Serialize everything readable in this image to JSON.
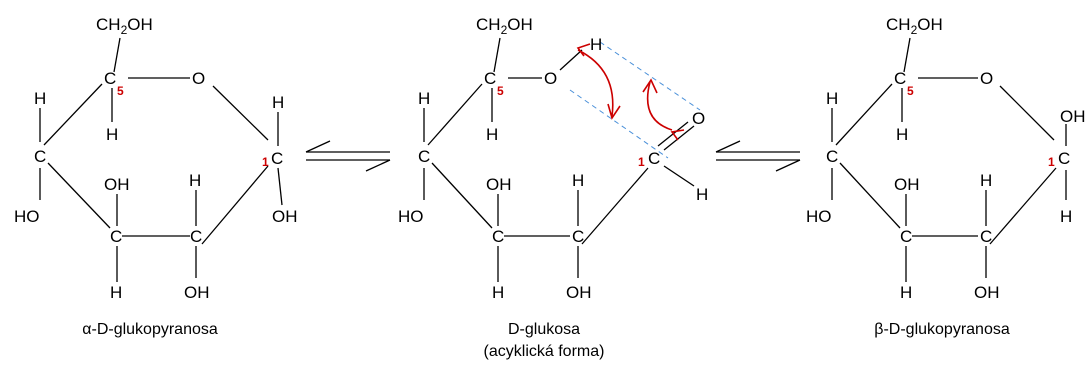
{
  "structures": {
    "alpha": {
      "caption": "α-D-glukopyranosa",
      "atoms": {
        "ch2oh": "CH2OH",
        "c5": "C",
        "o_ring": "O",
        "h_top_left": "H",
        "h_c5": "H",
        "c4": "C",
        "ho_c4": "HO",
        "oh_c3": "OH",
        "c3": "C",
        "h_c3": "H",
        "h_c2": "H",
        "c2": "C",
        "oh_c2": "OH",
        "h_c1": "H",
        "c1": "C",
        "oh_c1": "OH"
      },
      "labels": {
        "num5": "5",
        "num1": "1"
      }
    },
    "open": {
      "caption_line1": "D-glukosa",
      "caption_line2": "(acyklická forma)",
      "atoms": {
        "ch2oh": "CH2OH",
        "c5": "C",
        "o5": "O",
        "h_ho": "H",
        "h_top_left": "H",
        "h_c5": "H",
        "c4": "C",
        "ho_c4": "HO",
        "oh_c3": "OH",
        "c3": "C",
        "h_c3": "H",
        "h_c2": "H",
        "c2": "C",
        "oh_c2": "OH",
        "c1": "C",
        "o1": "O",
        "h_c1": "H"
      },
      "labels": {
        "num5": "5",
        "num1": "1"
      }
    },
    "beta": {
      "caption": "β-D-glukopyranosa",
      "atoms": {
        "ch2oh": "CH2OH",
        "c5": "C",
        "o_ring": "O",
        "h_top_left": "H",
        "h_c5": "H",
        "c4": "C",
        "ho_c4": "HO",
        "oh_c3": "OH",
        "c3": "C",
        "h_c3": "H",
        "h_c2": "H",
        "c2": "C",
        "oh_c2": "OH",
        "oh_c1": "OH",
        "c1": "C",
        "h_c1": "H"
      },
      "labels": {
        "num5": "5",
        "num1": "1"
      }
    }
  },
  "colors": {
    "arrow": "#cc0000",
    "guide": "#4a90d9",
    "ink": "#000000"
  }
}
